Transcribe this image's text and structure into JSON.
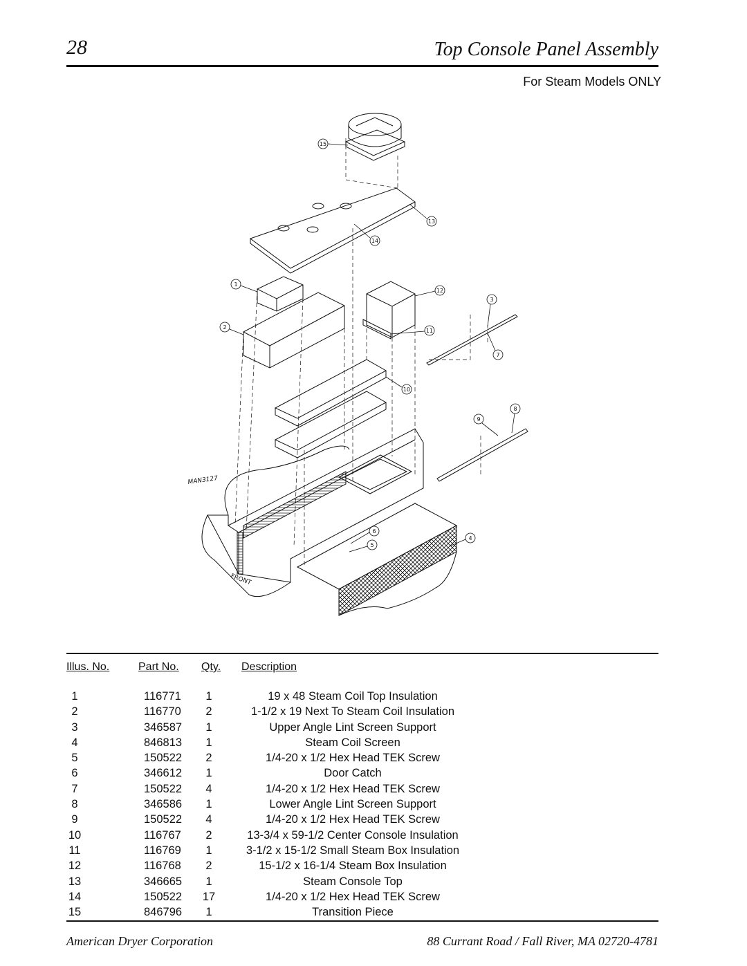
{
  "header": {
    "page_number": "28",
    "title": "Top Console Panel Assembly"
  },
  "subtitle": "For Steam Models ONLY",
  "diagram": {
    "drawing_code": "MAN3127",
    "front_label": "FRONT",
    "callouts": [
      "15",
      "13",
      "14",
      "1",
      "12",
      "3",
      "2",
      "11",
      "7",
      "10",
      "9",
      "8",
      "6",
      "5",
      "4"
    ]
  },
  "parts_table": {
    "headers": {
      "illus": "Illus. No.",
      "part": "Part No.",
      "qty": "Qty.",
      "desc": "Description"
    },
    "rows": [
      {
        "illus": "1",
        "part": "116771",
        "qty": "1",
        "desc": "19 x 48  Steam Coil Top Insulation"
      },
      {
        "illus": "2",
        "part": "116770",
        "qty": "2",
        "desc": "1-1/2  x 19  Next To Steam Coil Insulation"
      },
      {
        "illus": "3",
        "part": "346587",
        "qty": "1",
        "desc": "Upper Angle Lint Screen Support"
      },
      {
        "illus": "4",
        "part": "846813",
        "qty": "1",
        "desc": "Steam Coil Screen"
      },
      {
        "illus": "5",
        "part": "150522",
        "qty": "2",
        "desc": "1/4-20 x 1/2  Hex Head TEK Screw"
      },
      {
        "illus": "6",
        "part": "346612",
        "qty": "1",
        "desc": "Door Catch"
      },
      {
        "illus": "7",
        "part": "150522",
        "qty": "4",
        "desc": "1/4-20 x 1/2  Hex Head TEK Screw"
      },
      {
        "illus": "8",
        "part": "346586",
        "qty": "1",
        "desc": "Lower Angle Lint Screen Support"
      },
      {
        "illus": "9",
        "part": "150522",
        "qty": "4",
        "desc": "1/4-20 x 1/2  Hex Head TEK Screw"
      },
      {
        "illus": "10",
        "part": "116767",
        "qty": "2",
        "desc": "13-3/4  x 59-1/2  Center Console Insulation"
      },
      {
        "illus": "11",
        "part": "116769",
        "qty": "1",
        "desc": "3-1/2  x 15-1/2  Small Steam Box Insulation"
      },
      {
        "illus": "12",
        "part": "116768",
        "qty": "2",
        "desc": "15-1/2  x 16-1/4  Steam Box Insulation"
      },
      {
        "illus": "13",
        "part": "346665",
        "qty": "1",
        "desc": "Steam Console Top"
      },
      {
        "illus": "14",
        "part": "150522",
        "qty": "17",
        "desc": "1/4-20 x 1/2  Hex Head TEK Screw"
      },
      {
        "illus": "15",
        "part": "846796",
        "qty": "1",
        "desc": "Transition Piece"
      }
    ]
  },
  "footer": {
    "company": "American Dryer Corporation",
    "address": "88 Currant Road / Fall River, MA 02720-4781"
  }
}
